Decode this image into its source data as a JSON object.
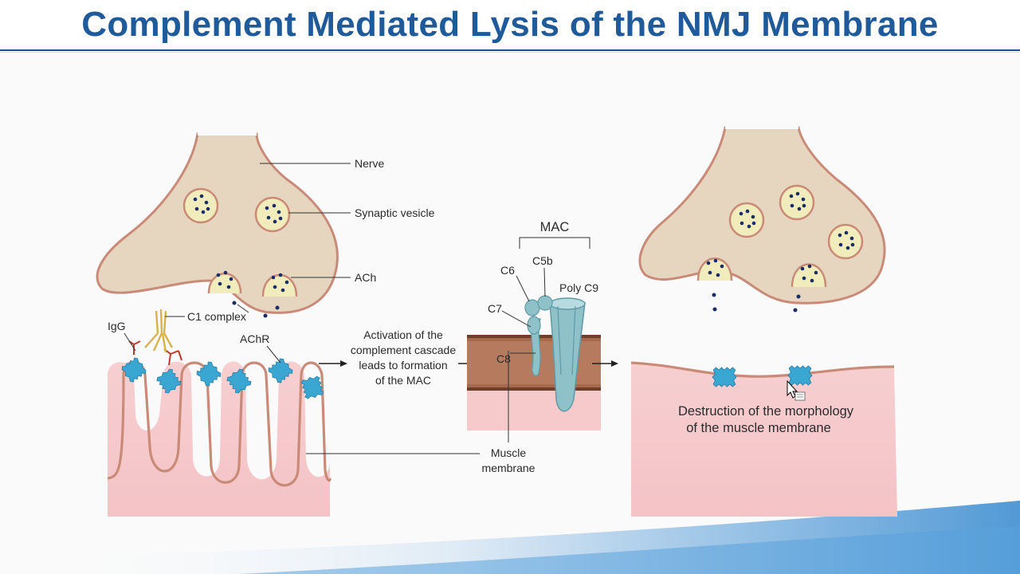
{
  "slide": {
    "title": "Complement Mediated Lysis of the NMJ Membrane"
  },
  "diagram": {
    "labels": {
      "nerve": "Nerve",
      "synaptic_vesicle": "Synaptic vesicle",
      "ach": "ACh",
      "c1_complex": "C1 complex",
      "igg": "IgG",
      "achr": "AChR",
      "activation": [
        "Activation of the",
        "complement cascade",
        "leads to formation",
        "of the MAC"
      ],
      "mac": "MAC",
      "c6": "C6",
      "c5b": "C5b",
      "poly_c9": "Poly C9",
      "c7": "C7",
      "c8": "C8",
      "muscle_membrane": [
        "Muscle",
        "membrane"
      ],
      "destruction": [
        "Destruction of the morphology",
        "of the muscle membrane"
      ]
    },
    "colors": {
      "nerve_fill": "#e7d6bf",
      "nerve_outline": "#c98b78",
      "vesicle_fill": "#f0ecbc",
      "dot": "#1b2d66",
      "muscle_fill": "#f6c9cb",
      "receptor": "#3aa7d3",
      "mac": "#8fc1c9",
      "title": "#1f5a9a"
    }
  }
}
